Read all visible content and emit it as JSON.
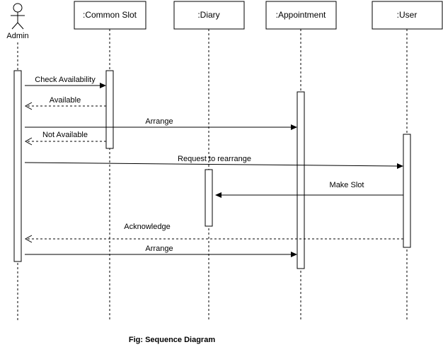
{
  "diagram": {
    "type": "sequence",
    "actor": {
      "name": "Admin"
    },
    "participants": [
      {
        "id": "common",
        "label": ":Common Slot"
      },
      {
        "id": "diary",
        "label": ":Diary"
      },
      {
        "id": "appointment",
        "label": ":Appointment"
      },
      {
        "id": "user",
        "label": ":User"
      }
    ],
    "messages": [
      {
        "from": "admin",
        "to": "common",
        "label": "Check Availability",
        "style": "solid"
      },
      {
        "from": "common",
        "to": "admin",
        "label": "Available",
        "style": "dashed"
      },
      {
        "from": "admin",
        "to": "appointment",
        "label": "Arrange",
        "style": "solid"
      },
      {
        "from": "common",
        "to": "admin",
        "label": "Not Available",
        "style": "dashed"
      },
      {
        "from": "admin",
        "to": "user",
        "label": "Request to rearrange",
        "style": "solid"
      },
      {
        "from": "user",
        "to": "diary",
        "label": "Make Slot",
        "style": "solid"
      },
      {
        "from": "user",
        "to": "admin",
        "label": "Acknowledge",
        "style": "dashed"
      },
      {
        "from": "admin",
        "to": "appointment",
        "label": "Arrange",
        "style": "solid"
      }
    ],
    "caption": "Fig: Sequence Diagram"
  }
}
